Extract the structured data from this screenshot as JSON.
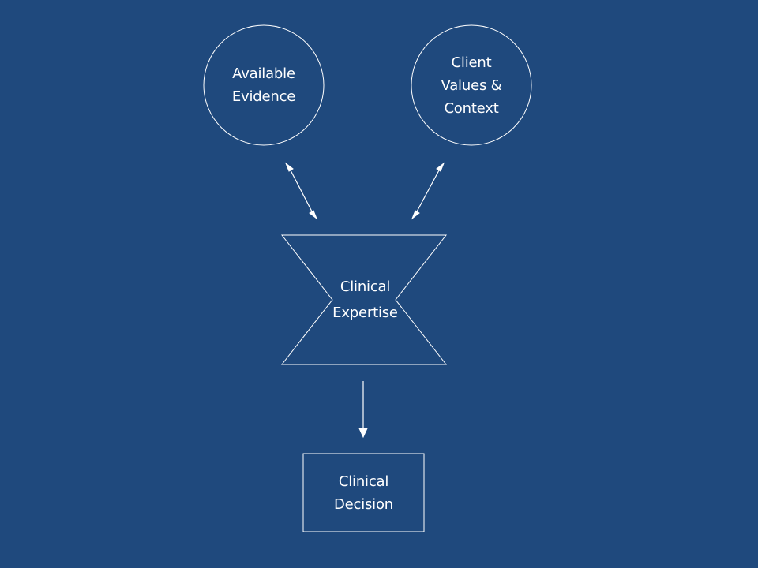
{
  "diagram": {
    "nodes": {
      "available_evidence": {
        "line1": "Available",
        "line2": "Evidence"
      },
      "client_values": {
        "line1": "Client",
        "line2": "Values &",
        "line3": "Context"
      },
      "clinical_expertise": {
        "line1": "Clinical",
        "line2": "Expertise"
      },
      "clinical_decision": {
        "line1": "Clinical",
        "line2": "Decision"
      }
    },
    "colors": {
      "background": "#1f497d",
      "stroke": "#ffffff",
      "text": "#ffffff"
    }
  }
}
